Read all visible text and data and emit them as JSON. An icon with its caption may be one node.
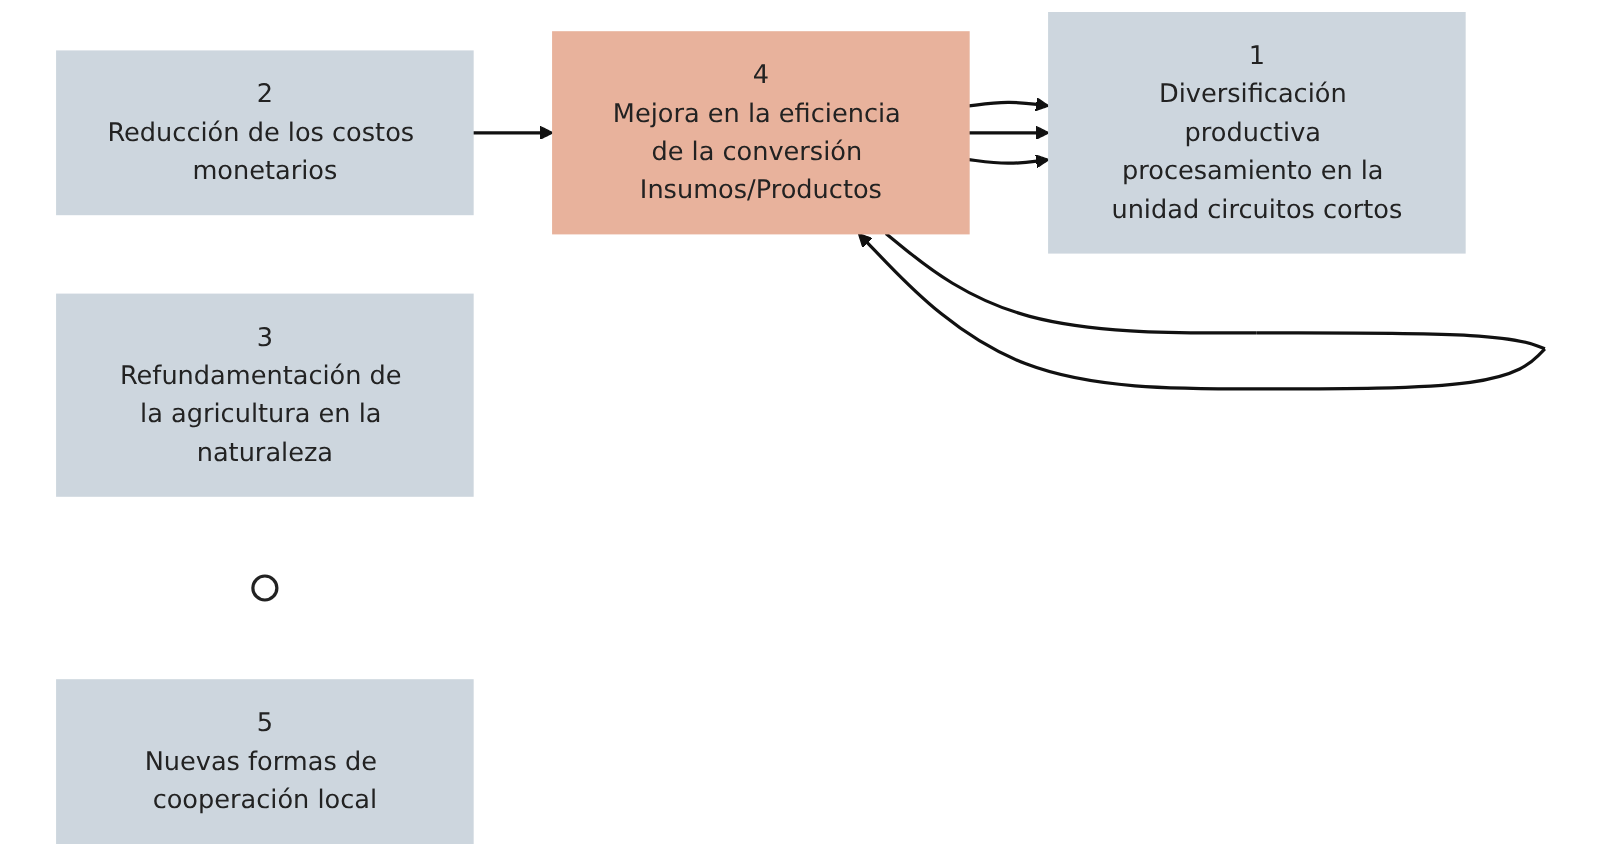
{
  "diagram": {
    "nodes": [
      {
        "text": [
          "2",
          "Reducción de los costos monetarios"
        ]
      },
      {
        "text": [
          "1",
          "Diversificación productiva procesamiento en la unidad circuitos cortos"
        ]
      },
      {
        "text": [
          "4",
          "Mejora en la eficiencia de la conversión Insumos/Productos"
        ]
      },
      {
        "text": [
          "3",
          "Refundamentación de la agricultura en la naturaleza"
        ]
      },
      {
        "text": [],
        "shape": "circle"
      },
      {
        "text": [
          "5",
          "Nuevas formas de cooperación local"
        ]
      }
    ],
    "edges": [
      {
        "from": 0,
        "to": 2,
        "arrow": "to"
      },
      {
        "from": 2,
        "to": 1,
        "arrow": "to"
      },
      {
        "from": 2,
        "to": 1,
        "arrow": "to"
      },
      {
        "from": 2,
        "to": 1,
        "arrow": "to"
      },
      {
        "from": 2,
        "to": 2,
        "arrow": "to"
      }
    ]
  }
}
